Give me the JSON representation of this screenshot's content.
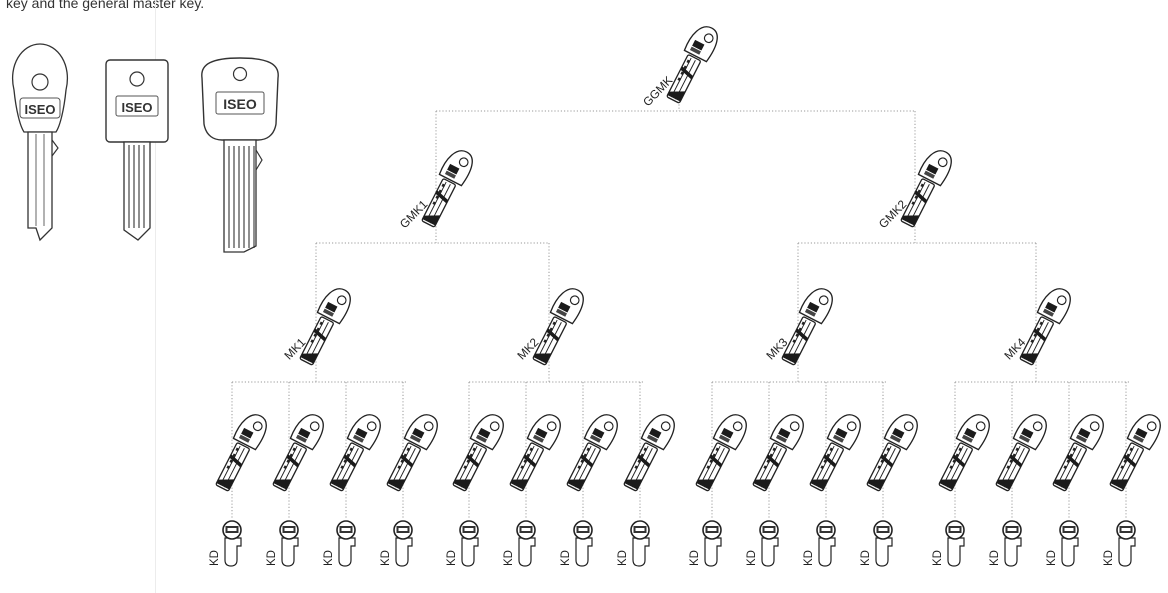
{
  "intro_text": "key and the general master key.",
  "brand_text": "ISEO",
  "hierarchy": {
    "label": "GGMK",
    "children": [
      {
        "label": "GMK1",
        "children": [
          {
            "label": "MK1",
            "children": [
              "KD",
              "KD",
              "KD",
              "KD"
            ]
          },
          {
            "label": "MK2",
            "children": [
              "KD",
              "KD",
              "KD",
              "KD"
            ]
          }
        ]
      },
      {
        "label": "GMK2",
        "children": [
          {
            "label": "MK3",
            "children": [
              "KD",
              "KD",
              "KD",
              "KD"
            ]
          },
          {
            "label": "MK4",
            "children": [
              "KD",
              "KD",
              "KD",
              "KD"
            ]
          }
        ]
      }
    ]
  },
  "sample_keys": [
    "standard-key",
    "flat-key",
    "profile-key"
  ]
}
